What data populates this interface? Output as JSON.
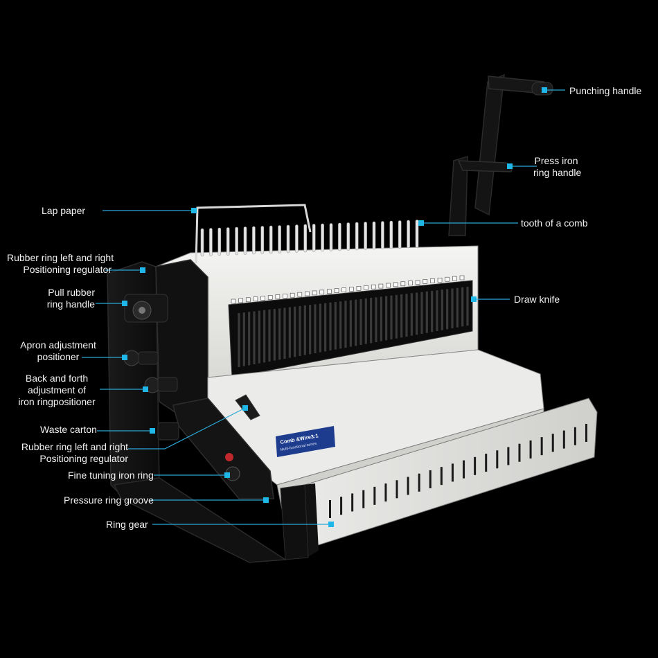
{
  "diagram": {
    "accent_color": "#1fb6e8",
    "label_color": "#f2f2f2",
    "labels": {
      "punching_handle": "Punching handle",
      "press_iron_1": "Press iron",
      "press_iron_2": "ring handle",
      "lap_paper": "Lap paper",
      "tooth_of_comb": "tooth of a comb",
      "rubber_ring_top_1": "Rubber ring left and right",
      "rubber_ring_top_2": "Positioning regulator",
      "draw_knife": "Draw knife",
      "pull_rubber_1": "Pull rubber",
      "pull_rubber_2": "ring handle",
      "apron_1": "Apron adjustment",
      "apron_2": "positioner",
      "back_forth_1": "Back and forth",
      "back_forth_2": "adjustment of",
      "back_forth_3": "iron ringpositioner",
      "waste_carton": "Waste carton",
      "rubber_ring_bottom_1": "Rubber ring left and right",
      "rubber_ring_bottom_2": "Positioning regulator",
      "fine_tuning": "Fine tuning iron ring",
      "pressure_groove": "Pressure ring groove",
      "ring_gear": "Ring gear"
    },
    "device_badge": {
      "line1": "Comb &Wire3:1",
      "line2": "Multi-functional series"
    }
  }
}
